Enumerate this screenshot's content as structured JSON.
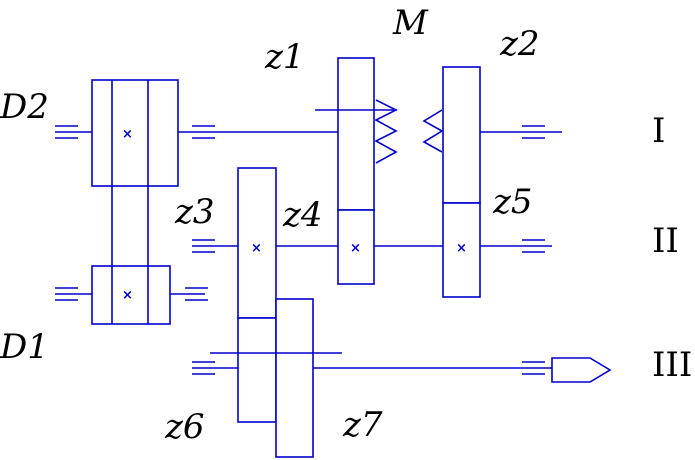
{
  "labels": {
    "D2": "D2",
    "D1": "D1",
    "z1": "z1",
    "z2": "z2",
    "z3": "z3",
    "z4": "z4",
    "z5": "z5",
    "z6": "z6",
    "z7": "z7",
    "M": "M"
  },
  "shafts": {
    "I": "I",
    "II": "II",
    "III": "III"
  },
  "marks": {
    "fixed": "×"
  },
  "colors": {
    "line": "#0000cc",
    "text": "#000000"
  }
}
